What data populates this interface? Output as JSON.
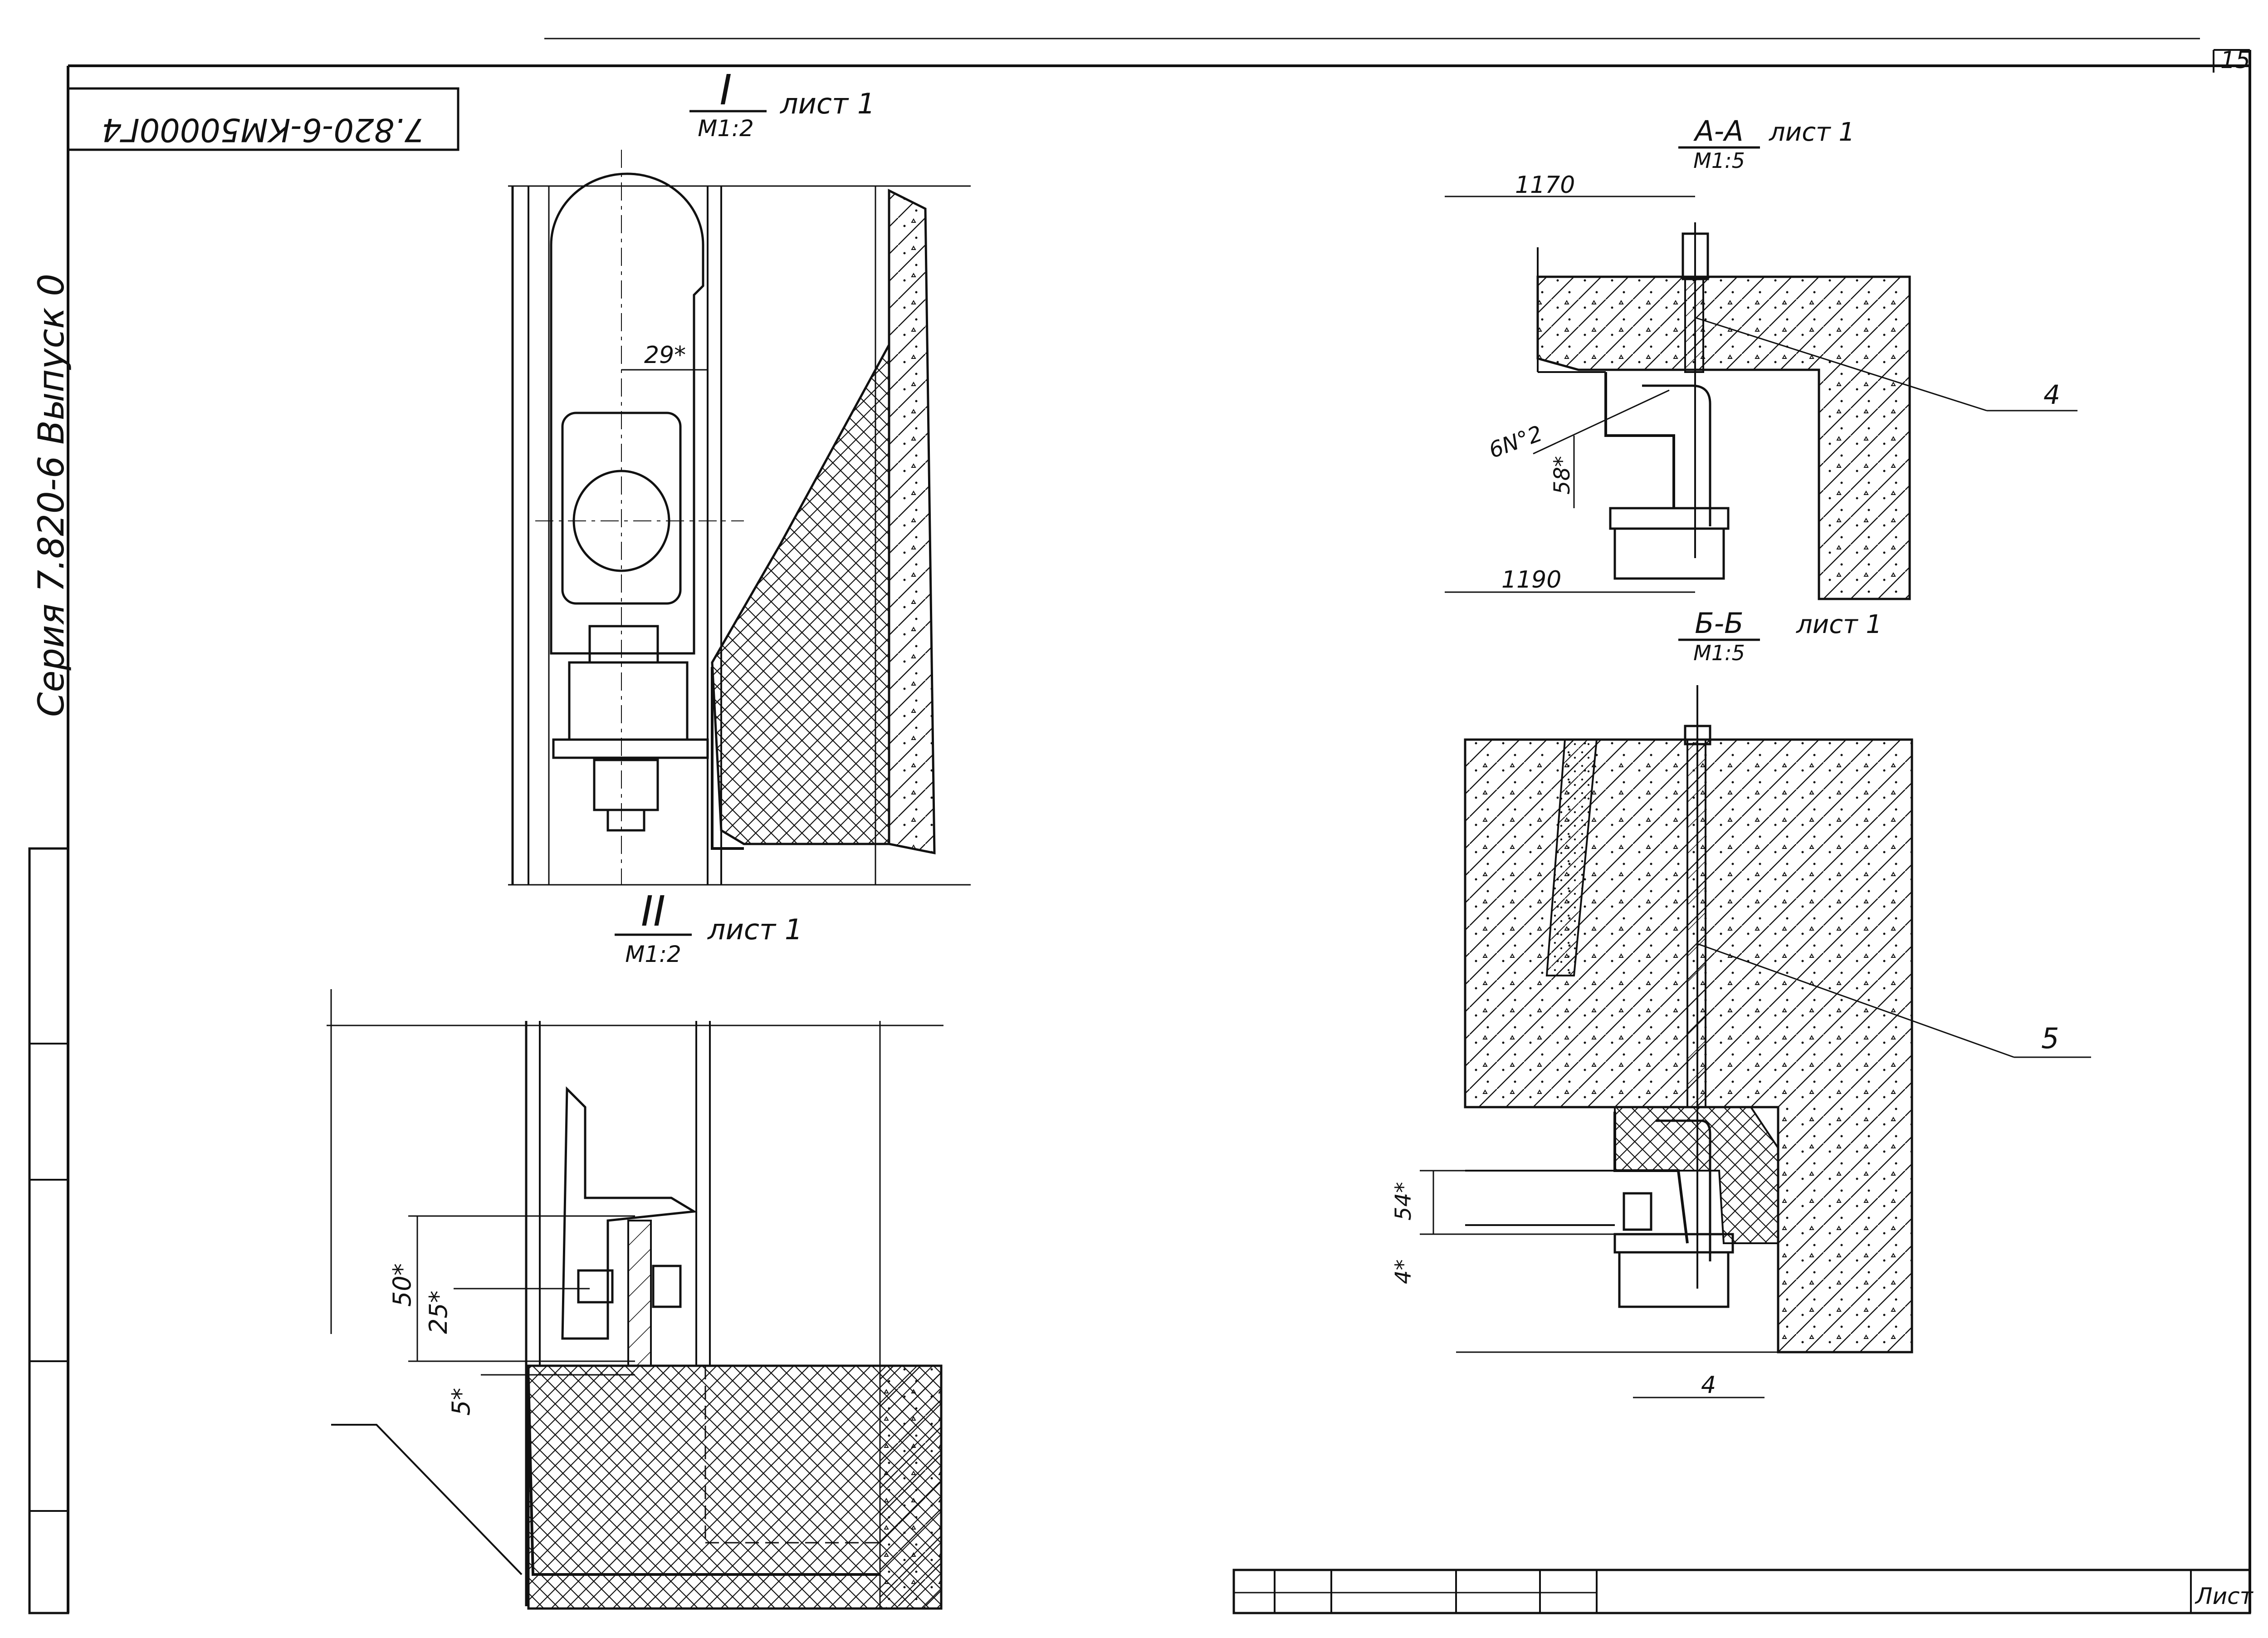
{
  "sheet": {
    "page_number": "15",
    "rotated_code": "7.820-6-КМ50000Г4",
    "side_label": "Серия 7.820-6   Выпуск 0",
    "footer_sheet_label": "Лист"
  },
  "views": {
    "detail_1": {
      "mark": "I",
      "scale": "М1:2",
      "ref": "лист 1",
      "dims": [
        "29*"
      ]
    },
    "detail_2": {
      "mark": "II",
      "scale": "М1:2",
      "ref": "лист 1",
      "dims": [
        "50*",
        "25*",
        "5*"
      ]
    },
    "section_aa": {
      "mark": "А-А",
      "scale": "М1:5",
      "ref": "лист 1",
      "dims": [
        "1170",
        "1190",
        "58*"
      ],
      "callouts": [
        "4",
        "6N°2"
      ]
    },
    "section_bb": {
      "mark": "Б-Б",
      "scale": "М1:5",
      "ref": "лист 1",
      "dims": [
        "54*",
        "4*",
        "4"
      ],
      "callouts": [
        "5"
      ]
    }
  },
  "colors": {
    "ink": "#111111",
    "paper": "#ffffff"
  }
}
